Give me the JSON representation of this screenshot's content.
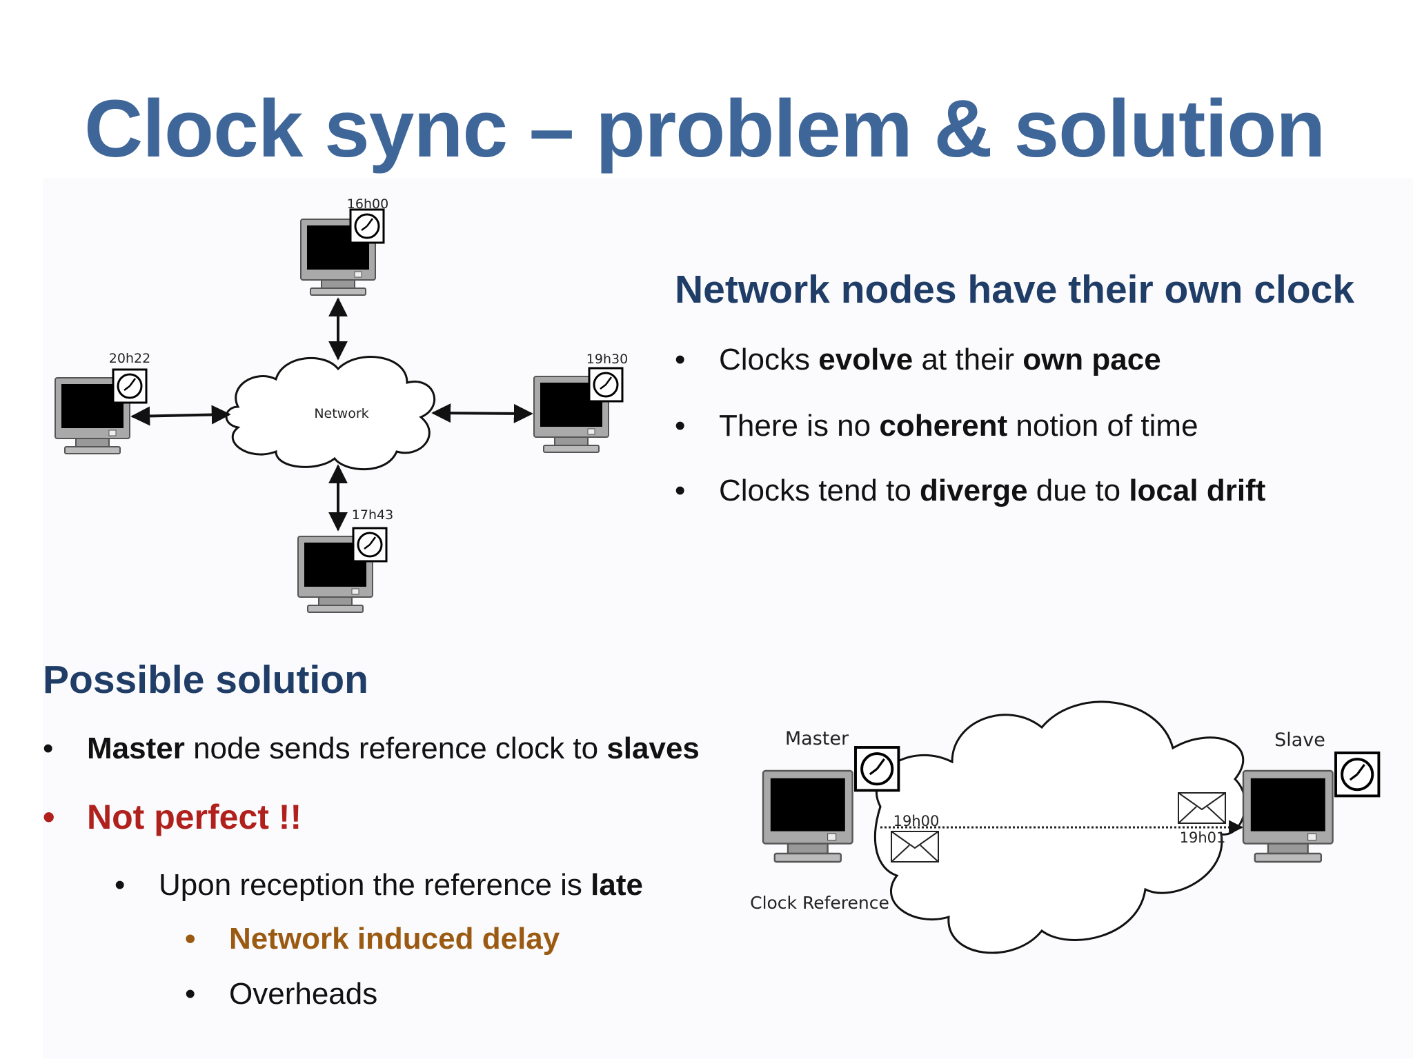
{
  "slide": {
    "title": "Clock sync – problem & solution"
  },
  "section_nodes": {
    "heading": "Network nodes have their own clock",
    "bullets": [
      {
        "parts": [
          "Clocks ",
          "evolve",
          " at their ",
          "own pace"
        ]
      },
      {
        "parts": [
          "There is no ",
          "coherent",
          " notion of time"
        ]
      },
      {
        "parts": [
          "Clocks tend to ",
          "diverge",
          " due to ",
          "local drift"
        ]
      }
    ]
  },
  "section_solution": {
    "heading": "Possible solution",
    "bullet1": {
      "parts": [
        "Master",
        " node sends reference clock to ",
        "slaves"
      ]
    },
    "bullet2": {
      "text": "Not perfect !!"
    },
    "bullet3": {
      "parts": [
        "Upon reception the reference is ",
        "late"
      ]
    },
    "bullet4": {
      "text": "Network induced delay"
    },
    "bullet5": {
      "text": "Overheads"
    },
    "bullet_char": "•"
  },
  "network_diagram": {
    "cloud_label": "Network",
    "nodes": [
      {
        "id": "top",
        "time": "16h00"
      },
      {
        "id": "left",
        "time": "20h22"
      },
      {
        "id": "right",
        "time": "19h30"
      },
      {
        "id": "bottom",
        "time": "17h43"
      }
    ]
  },
  "master_slave_diagram": {
    "master_label": "Master",
    "slave_label": "Slave",
    "clock_reference_label": "Clock Reference",
    "sent_time": "19h00",
    "received_time": "19h01"
  },
  "colors": {
    "title": "#3f6699",
    "heading": "#1f3d66",
    "emphasis_red": "#b0201c",
    "emphasis_brown": "#9b5a12"
  }
}
